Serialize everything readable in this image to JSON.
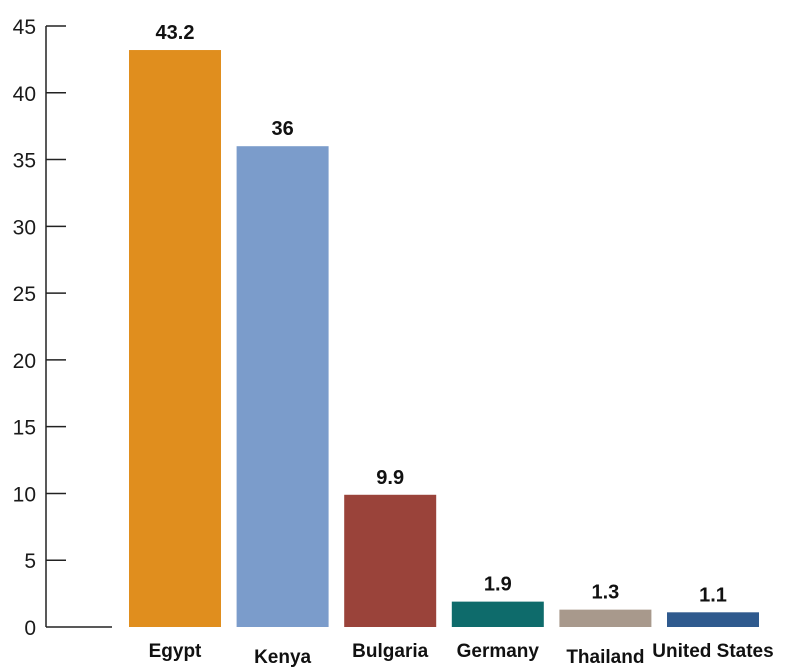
{
  "chart_data": {
    "type": "bar",
    "title": "",
    "xlabel": "",
    "ylabel": "",
    "ylim": [
      0,
      45
    ],
    "yticks": [
      0,
      5,
      10,
      15,
      20,
      25,
      30,
      35,
      40,
      45
    ],
    "grid": false,
    "categories": [
      "Egypt",
      "Kenya",
      "Bulgaria",
      "Germany",
      "Thailand",
      "United States"
    ],
    "values": [
      43.2,
      36,
      9.9,
      1.9,
      1.3,
      1.1
    ],
    "value_labels": [
      "43.2",
      "36",
      "9.9",
      "1.9",
      "1.3",
      "1.1"
    ],
    "colors": [
      "#E08E1E",
      "#7B9CCB",
      "#9A433A",
      "#0E6B6B",
      "#A8998C",
      "#2F5A8E"
    ]
  }
}
